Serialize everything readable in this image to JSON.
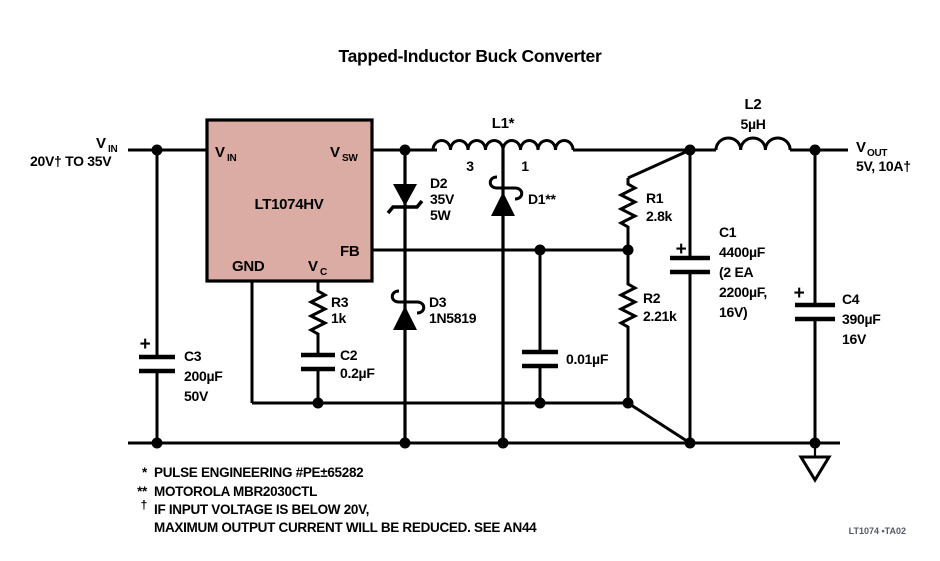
{
  "title": "Tapped-Inductor Buck Converter",
  "corner_note": "LT1074 •TA02",
  "colors": {
    "ic_fill": "#dbaca3",
    "ink": "#000000"
  },
  "ic": {
    "name": "LT1074HV",
    "pin_vin": {
      "main": "V",
      "sub": "IN"
    },
    "pin_vsw": {
      "main": "V",
      "sub": "SW"
    },
    "pin_fb": "FB",
    "pin_gnd": "GND",
    "pin_vc": {
      "main": "V",
      "sub": "C"
    }
  },
  "input": {
    "label": {
      "main": "V",
      "sub": "IN"
    },
    "range": "20V† TO 35V"
  },
  "output": {
    "label": {
      "main": "V",
      "sub": "OUT"
    },
    "rating": "5V, 10A†"
  },
  "components": {
    "l1": {
      "name": "L1*",
      "winding_left": "3",
      "winding_right": "1"
    },
    "l2": {
      "name": "L2",
      "value": "5µH"
    },
    "d1": {
      "name": "D1**"
    },
    "d2": {
      "name": "D2",
      "line2": "35V",
      "line3": "5W"
    },
    "d3": {
      "name": "D3",
      "part": "1N5819"
    },
    "r1": {
      "name": "R1",
      "value": "2.8k"
    },
    "r2": {
      "name": "R2",
      "value": "2.21k"
    },
    "r3": {
      "name": "R3",
      "value": "1k"
    },
    "c1": {
      "name": "C1",
      "line2": "4400µF",
      "line3": "(2 EA",
      "line4": "2200µF,",
      "line5": "16V)"
    },
    "c2": {
      "name": "C2",
      "value": "0.2µF"
    },
    "c3": {
      "name": "C3",
      "value": "200µF",
      "voltage": "50V"
    },
    "c4": {
      "name": "C4",
      "value": "390µF",
      "voltage": "16V"
    },
    "c_fb": {
      "value": "0.01µF"
    },
    "polarity_mark": "+"
  },
  "notes": [
    {
      "marker": "*",
      "text": "PULSE ENGINEERING #PE±65282"
    },
    {
      "marker": "**",
      "text": "MOTOROLA MBR2030CTL"
    },
    {
      "marker": "†",
      "text": "IF INPUT VOLTAGE IS BELOW 20V,"
    },
    {
      "marker": "",
      "text": "MAXIMUM OUTPUT CURRENT WILL BE REDUCED. SEE AN44"
    }
  ]
}
